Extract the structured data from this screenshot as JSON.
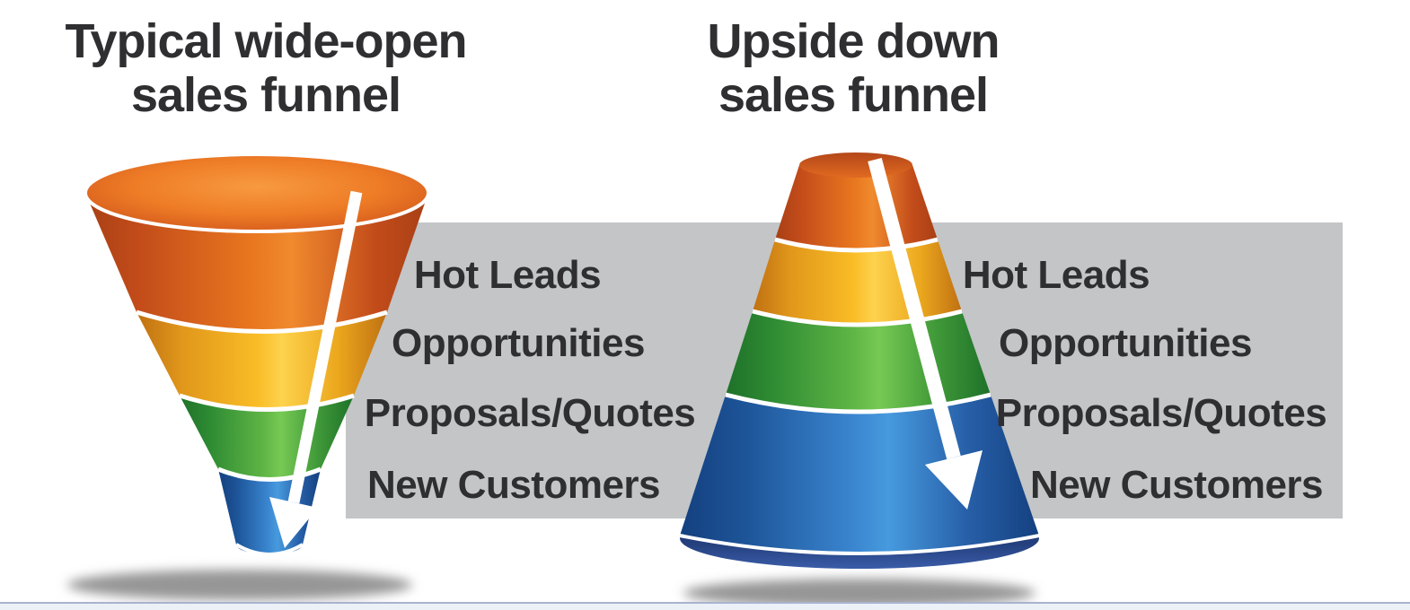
{
  "left_funnel": {
    "title_lines": [
      "Typical wide-open",
      "sales funnel"
    ],
    "stage_labels": [
      "Hot Leads",
      "Opportunities",
      "Proposals/Quotes",
      "New Customers"
    ]
  },
  "right_funnel": {
    "title_lines": [
      "Upside down",
      "sales funnel"
    ],
    "stage_labels": [
      "Hot Leads",
      "Opportunities",
      "Proposals/Quotes",
      "New Customers"
    ]
  },
  "colors": {
    "stage_orange": "#e8761f",
    "stage_yellow": "#f9bc26",
    "stage_green": "#5fb545",
    "stage_blue": "#3a85cf",
    "funnel_underside_navy": "#24407e",
    "label_band_gray": "#c3c5c7",
    "arrow_white": "#ffffff",
    "text_dark": "#2f2f31",
    "shadow_gray": "#969696",
    "bottom_bar_fill": "#ecf1f8",
    "bottom_bar_border": "#a9b3cf"
  }
}
